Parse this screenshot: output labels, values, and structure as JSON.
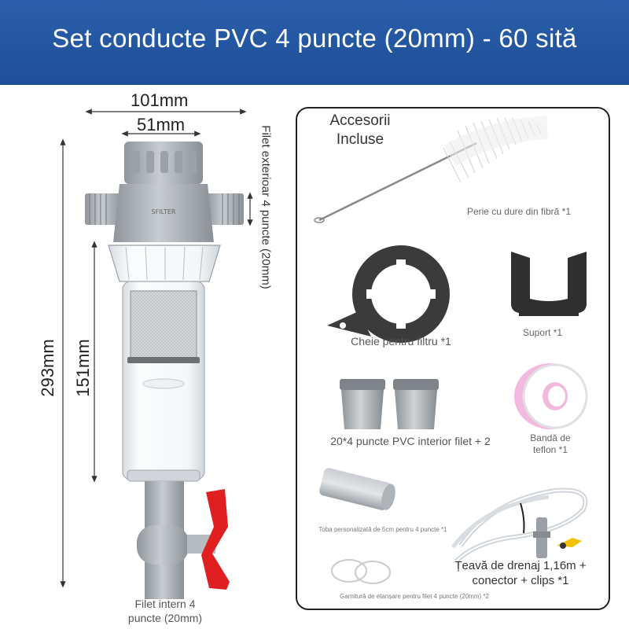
{
  "title": "Set conducte PVC 4 puncte (20mm) - 60 sită",
  "dimensions": {
    "width_total": "101mm",
    "width_inner": "51mm",
    "height_total": "293mm",
    "height_bowl": "151mm",
    "thread_external": "Filet exterioar 4 puncte (20mm)",
    "thread_internal": "Filet intern 4 puncte (20mm)"
  },
  "filter_cap_text": "SFILTER",
  "accessories": {
    "heading": "Accesorii Incluse",
    "items": {
      "brush": "Perie cu dure din fibră *1",
      "wrench": "Cheie pentru filtru *1",
      "bracket": "Suport *1",
      "adapters": "20*4 puncte PVC interior filet + 2",
      "tape": "Bandă de teflon *1",
      "pipe": "Toba personalizată de 5cm pentru 4 puncte *1",
      "drain": "Țeavă de drenaj 1,16m + conector + clips *1",
      "gasket": "Garnitură de etanșare pentru filet 4 puncte (20mm) *2"
    }
  },
  "colors": {
    "banner": "#2a5fab",
    "valve_red": "#e02020",
    "pvc_grey": "#a9aeb2",
    "tape_pink": "#f2b8de"
  }
}
